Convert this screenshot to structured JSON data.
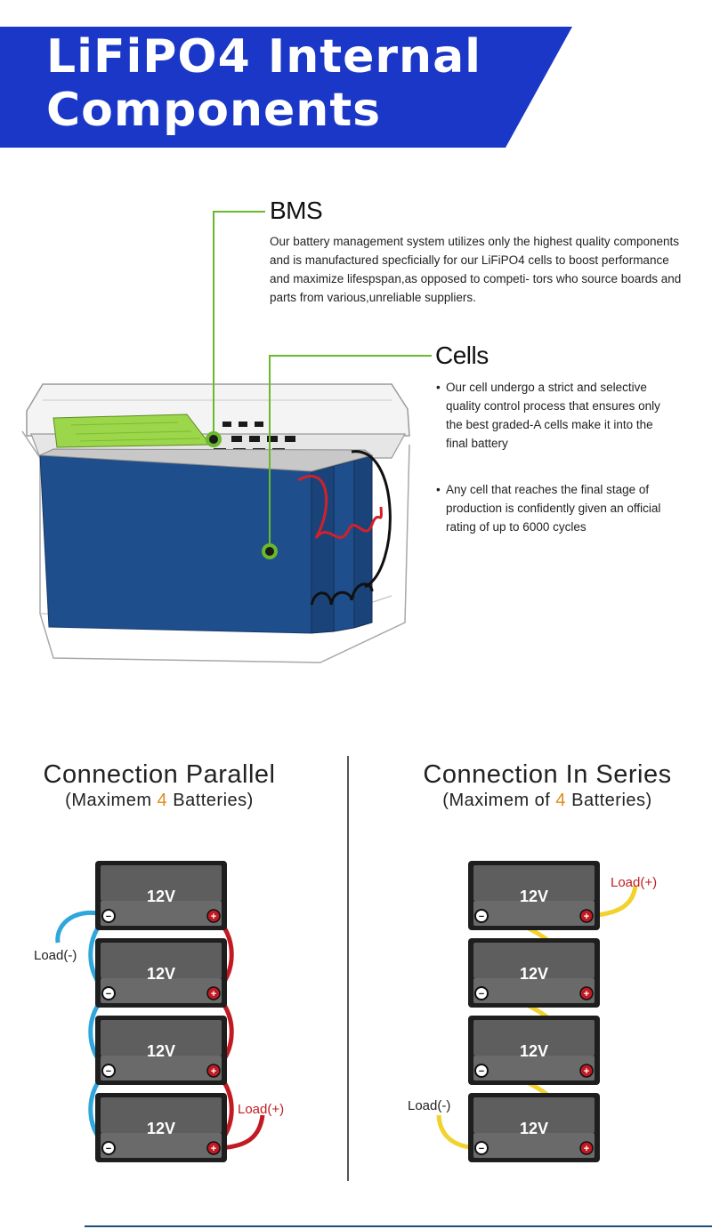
{
  "header": {
    "title": "LiFiPO4 Internal\nComponents",
    "bg_color": "#1a37c7"
  },
  "bms": {
    "heading": "BMS",
    "description": "Our battery management system utilizes only the highest quality components and is manufactured specficially for our LiFiPO4 cells to boost performance and maximize lifespspan,as opposed to competi- tors who source boards and parts from various,unreliable suppliers."
  },
  "cells": {
    "heading": "Cells",
    "bullets": [
      "Our cell undergo a strict and selective quality control process that ensures only the best graded-A cells make it into the final battery",
      "Any cell that reaches the final stage of production is confidently given an official rating of up to 6000 cycles"
    ]
  },
  "parallel": {
    "title": "Connection Parallel",
    "subtitle_pre": "(Maximem ",
    "subtitle_num": "4",
    "subtitle_post": " Batteries)",
    "battery_label": "12V",
    "load_neg": "Load(-)",
    "load_pos": "Load(+)"
  },
  "series": {
    "title": "Connection In Series",
    "subtitle_pre": "(Maximem of ",
    "subtitle_num": "4",
    "subtitle_post": " Batteries)",
    "battery_label": "12V",
    "load_neg": "Load(-)",
    "load_pos": "Load(+)"
  },
  "colors": {
    "accent_green": "#6ab82b",
    "cell_blue": "#1f4e8c",
    "bms_board": "#9cd64a",
    "wire_blue": "#2fa6dc",
    "wire_red": "#c21a22",
    "wire_yellow": "#f2d22e",
    "battery_body": "#5e5e5e",
    "number_orange": "#e08a1e"
  }
}
